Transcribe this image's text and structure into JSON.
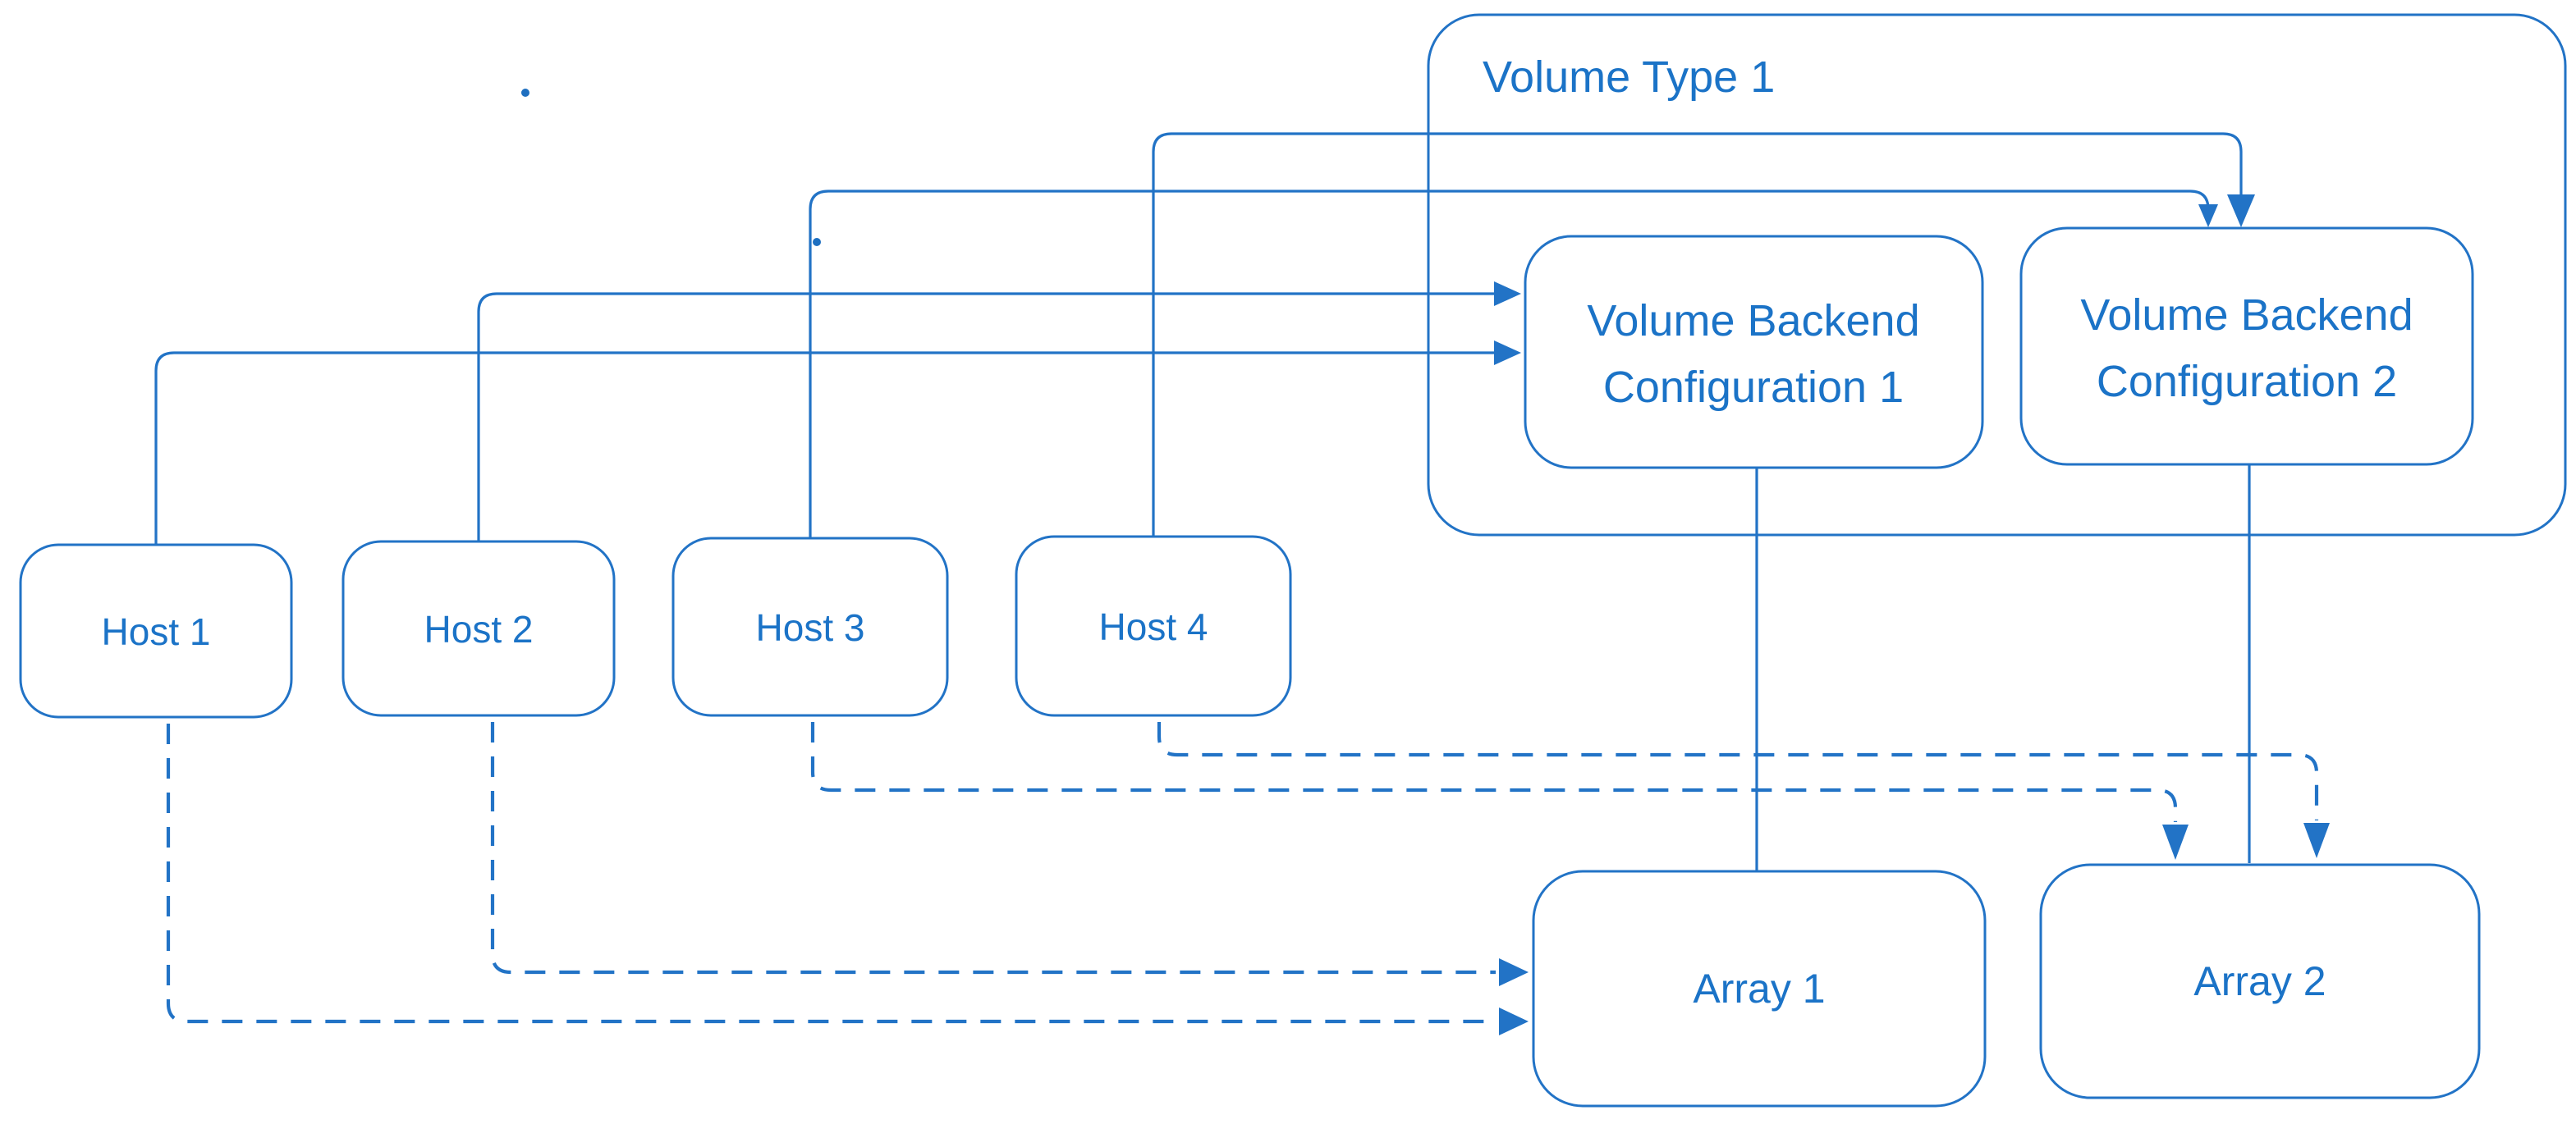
{
  "diagram": {
    "type": "storage-topology-diagram",
    "background_color": "#ffffff",
    "accent_color": "#2273c6",
    "text_color": "#1b73c7",
    "container": {
      "label": "Volume Type 1"
    },
    "backends": [
      {
        "label_line1": "Volume Backend",
        "label_line2": "Configuration 1"
      },
      {
        "label_line1": "Volume Backend",
        "label_line2": "Configuration 2"
      }
    ],
    "hosts": [
      {
        "label": "Host 1"
      },
      {
        "label": "Host 2"
      },
      {
        "label": "Host 3"
      },
      {
        "label": "Host 4"
      }
    ],
    "arrays": [
      {
        "label": "Array 1"
      },
      {
        "label": "Array 2"
      }
    ],
    "connections": [
      {
        "from": "Host 1",
        "to": "Volume Backend Configuration 1",
        "style": "solid-arrow"
      },
      {
        "from": "Host 2",
        "to": "Volume Backend Configuration 1",
        "style": "solid-arrow"
      },
      {
        "from": "Host 3",
        "to": "Volume Backend Configuration 2",
        "style": "solid-arrow"
      },
      {
        "from": "Host 4",
        "to": "Volume Backend Configuration 2",
        "style": "solid-arrow"
      },
      {
        "from": "Volume Backend Configuration 1",
        "to": "Array 1",
        "style": "solid-line"
      },
      {
        "from": "Volume Backend Configuration 2",
        "to": "Array 2",
        "style": "solid-line"
      },
      {
        "from": "Host 1",
        "to": "Array 1",
        "style": "dashed-arrow"
      },
      {
        "from": "Host 2",
        "to": "Array 1",
        "style": "dashed-arrow"
      },
      {
        "from": "Host 3",
        "to": "Array 2",
        "style": "dashed-arrow"
      },
      {
        "from": "Host 4",
        "to": "Array 2",
        "style": "dashed-arrow"
      }
    ]
  }
}
